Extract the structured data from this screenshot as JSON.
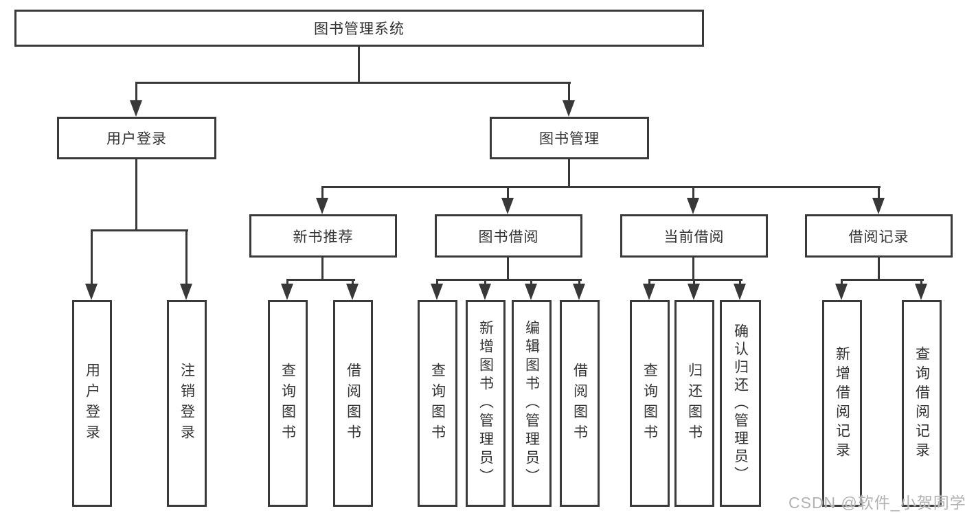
{
  "diagram": {
    "type": "hierarchy",
    "root": {
      "label": "图书管理系统",
      "children": [
        {
          "label": "用户登录",
          "children": [
            {
              "label": "用户登录"
            },
            {
              "label": "注销登录"
            }
          ]
        },
        {
          "label": "图书管理",
          "children": [
            {
              "label": "新书推荐",
              "children": [
                {
                  "label": "查询图书"
                },
                {
                  "label": "借阅图书"
                }
              ]
            },
            {
              "label": "图书借阅",
              "children": [
                {
                  "label": "查询图书"
                },
                {
                  "label": "新增图书（管理员）"
                },
                {
                  "label": "编辑图书（管理员）"
                },
                {
                  "label": "借阅图书"
                }
              ]
            },
            {
              "label": "当前借阅",
              "children": [
                {
                  "label": "查询图书"
                },
                {
                  "label": "归还图书"
                },
                {
                  "label": "确认归还（管理员）"
                }
              ]
            },
            {
              "label": "借阅记录",
              "children": [
                {
                  "label": "新增借阅记录"
                },
                {
                  "label": "查询借阅记录"
                }
              ]
            }
          ]
        }
      ]
    }
  },
  "watermark": {
    "text": "CSDN @软件_小贺同学"
  },
  "colors": {
    "line": "#383838",
    "box_border": "#3a3a3a",
    "text": "#333333",
    "watermark": "#b2b2b2",
    "background": "#ffffff"
  }
}
